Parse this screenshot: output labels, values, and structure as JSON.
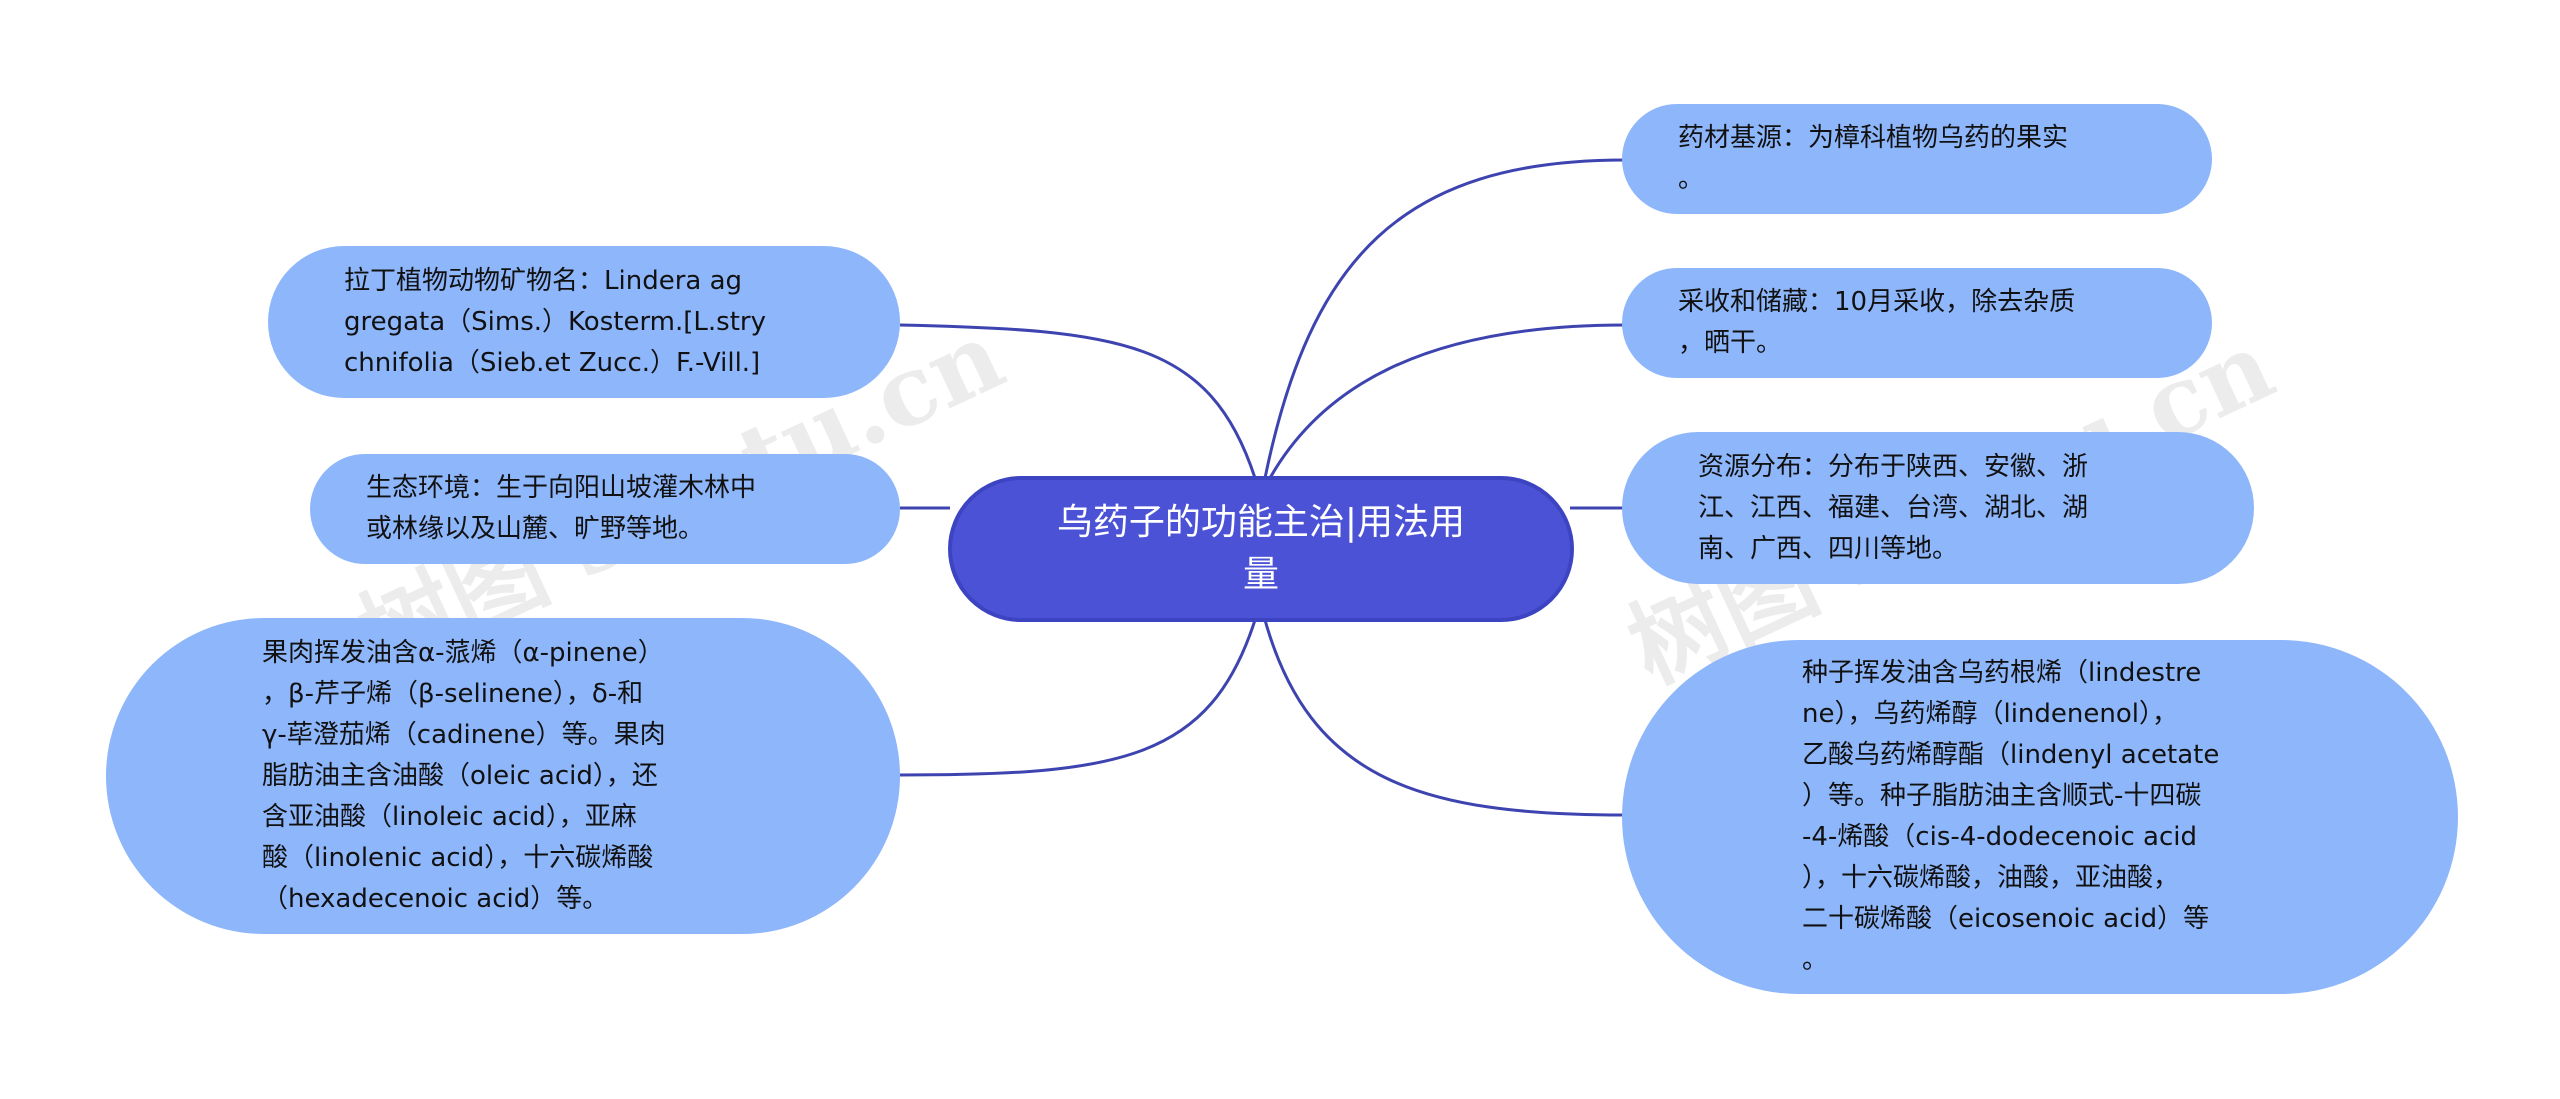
{
  "center": {
    "text": "乌药子的功能主治|用法用\n量"
  },
  "nodes": {
    "latin_name": "拉丁植物动物矿物名：Lindera ag\ngregata（Sims.）Kosterm.[L.stry\nchnifolia（Sieb.et Zucc.）F.-Vill.]",
    "ecology": "生态环境：生于向阳山坡灌木林中\n或林缘以及山麓、旷野等地。",
    "fruit_oil": "果肉挥发油含α-蒎烯（α-pinene）\n，β-芹子烯（β-selinene），δ-和\nγ-荜澄茄烯（cadinene）等。果肉\n脂肪油主含油酸（oleic acid），还\n含亚油酸（linoleic acid），亚麻\n酸（linolenic acid），十六碳烯酸\n（hexadecenoic acid）等。",
    "source": "药材基源：为樟科植物乌药的果实\n。",
    "harvest": "采收和储藏：10月采收，除去杂质\n，晒干。",
    "distribution": "资源分布：分布于陕西、安徽、浙\n江、江西、福建、台湾、湖北、湖\n南、广西、四川等地。",
    "seed_oil": "种子挥发油含乌药根烯（lindestre\nne），乌药烯醇（lindenenol），\n乙酸乌药烯醇酯（lindenyl acetate\n）等。种子脂肪油主含顺式-十四碳\n-4-烯酸（cis-4-dodecenoic acid\n），十六碳烯酸，油酸，亚油酸，\n二十碳烯酸（eicosenoic acid）等\n。"
  },
  "watermarks": [
    "树图 shutu.cn",
    "树图 shutu.cn"
  ],
  "colors": {
    "center_fill": "#4b52d6",
    "node_fill": "#8eb6fb",
    "link": "#3d44b0"
  }
}
